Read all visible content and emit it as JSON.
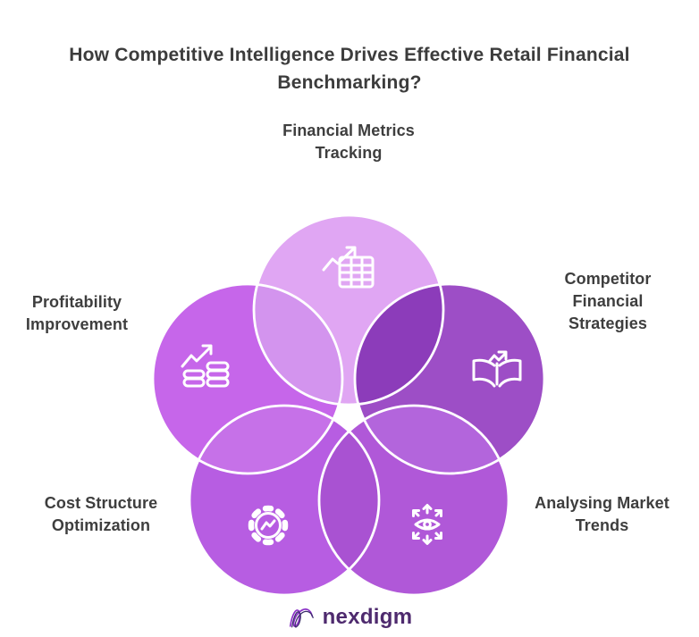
{
  "title": "How Competitive Intelligence Drives Effective Retail Financial Benchmarking?",
  "diagram": {
    "nodes": [
      {
        "id": "financial-metrics-tracking",
        "label": "Financial Metrics Tracking",
        "icon": "table-growth-icon",
        "color": "#e0a6f3"
      },
      {
        "id": "competitor-financial-strategies",
        "label": "Competitor Financial Strategies",
        "icon": "book-growth-icon",
        "color": "#9d4ec6"
      },
      {
        "id": "analysing-market-trends",
        "label": "Analysing Market Trends",
        "icon": "eye-expand-icon",
        "color": "#b058d8"
      },
      {
        "id": "cost-structure-optimization",
        "label": "Cost Structure Optimization",
        "icon": "gear-chart-icon",
        "color": "#b75de2"
      },
      {
        "id": "profitability-improvement",
        "label": "Profitability Improvement",
        "icon": "coins-growth-icon",
        "color": "#c666ea"
      }
    ],
    "overlaps": [
      {
        "pair": "top-left",
        "color": "#d394ee"
      },
      {
        "pair": "top-right",
        "color": "#8c3cba"
      },
      {
        "pair": "left-bottom-left",
        "color": "#c671e8"
      },
      {
        "pair": "bottom-left-bottom-right",
        "color": "#a952d2"
      },
      {
        "pair": "bottom-right-right",
        "color": "#b365dc"
      }
    ],
    "outline_color": "#ffffff",
    "icon_color": "#ffffff"
  },
  "text_color": "#3c3c3c",
  "footer": {
    "brand": "nexdigm",
    "brand_color": "#4e2a6e"
  }
}
